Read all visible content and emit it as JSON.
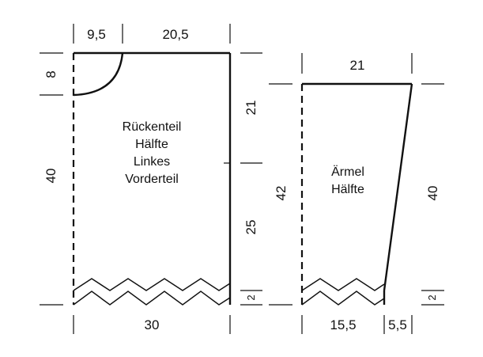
{
  "colors": {
    "ink": "#111111",
    "background": "#ffffff"
  },
  "back_piece": {
    "label_lines": [
      "Rückenteil",
      "Hälfte",
      "Linkes",
      "Vorderteil"
    ],
    "top_left_width": "9,5",
    "top_right_width": "20,5",
    "neck_depth": "8",
    "left_height": "40",
    "right_upper_height": "21",
    "right_lower_height": "25",
    "rib_height": "2",
    "bottom_width": "30"
  },
  "sleeve_piece": {
    "label_lines": [
      "Ärmel",
      "Hälfte"
    ],
    "top_width": "21",
    "left_height": "42",
    "right_height": "40",
    "rib_height": "2",
    "bottom_left_width": "15,5",
    "bottom_right_width": "5,5"
  }
}
